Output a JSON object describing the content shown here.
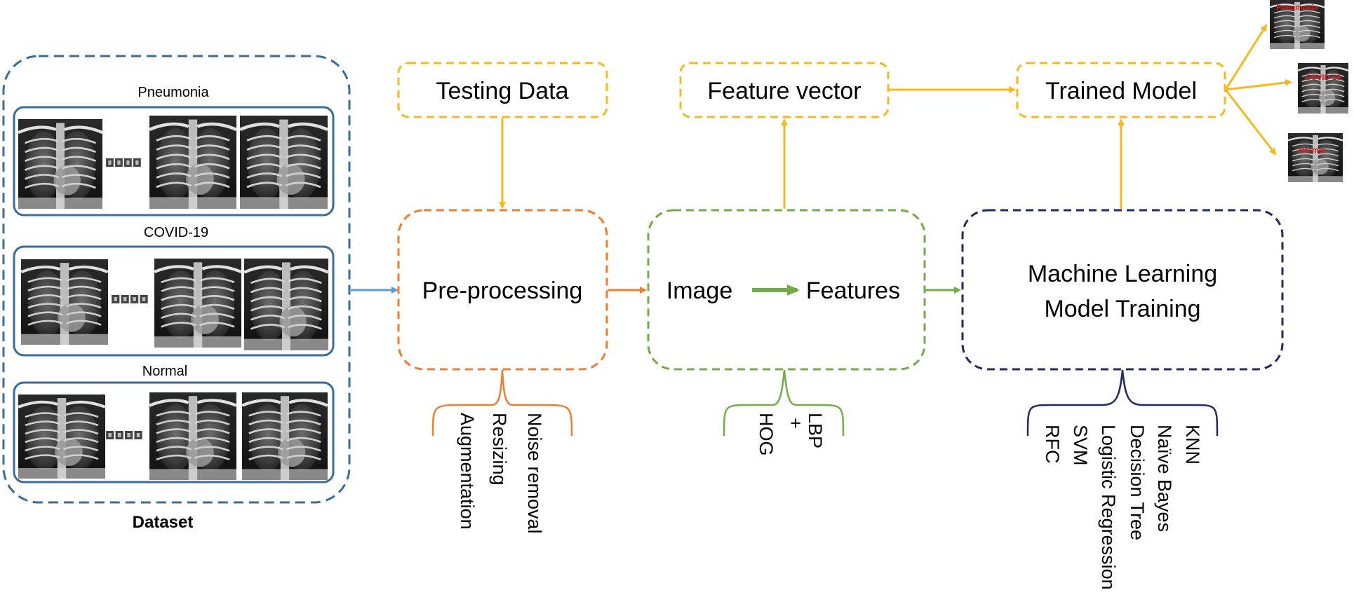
{
  "dataset": {
    "title": "Dataset",
    "categories": [
      {
        "label": "Pneumonia"
      },
      {
        "label": "COVID-19"
      },
      {
        "label": "Normal"
      }
    ]
  },
  "nodes": {
    "testing_data": "Testing Data",
    "feature_vector": "Feature vector",
    "trained_model": "Trained Model",
    "preprocessing": "Pre-processing",
    "image": "Image",
    "features": "Features",
    "ml_training_line1": "Machine Learning",
    "ml_training_line2": "Model Training"
  },
  "preprocessing_steps": [
    "Noise removal",
    "Resizing",
    "Augmentation"
  ],
  "feature_methods": {
    "left": "HOG",
    "plus": "+",
    "right": "LBP"
  },
  "ml_models": [
    "KNN",
    "Naïve Bayes",
    "Decision Tree",
    "Logistic Regression",
    "SVM",
    "RFC"
  ],
  "outputs": [
    "Pneumonia",
    "COVID-19",
    "Normal"
  ],
  "colors": {
    "dataset_border": "#3a6d9a",
    "testing_feature_trained": "#f5b91a",
    "preprocessing": "#ed7d31",
    "features": "#70ad47",
    "ml_training": "#1f2a66",
    "dataset_arrow": "#5b9bd5",
    "output_text": "#e01a1a"
  }
}
